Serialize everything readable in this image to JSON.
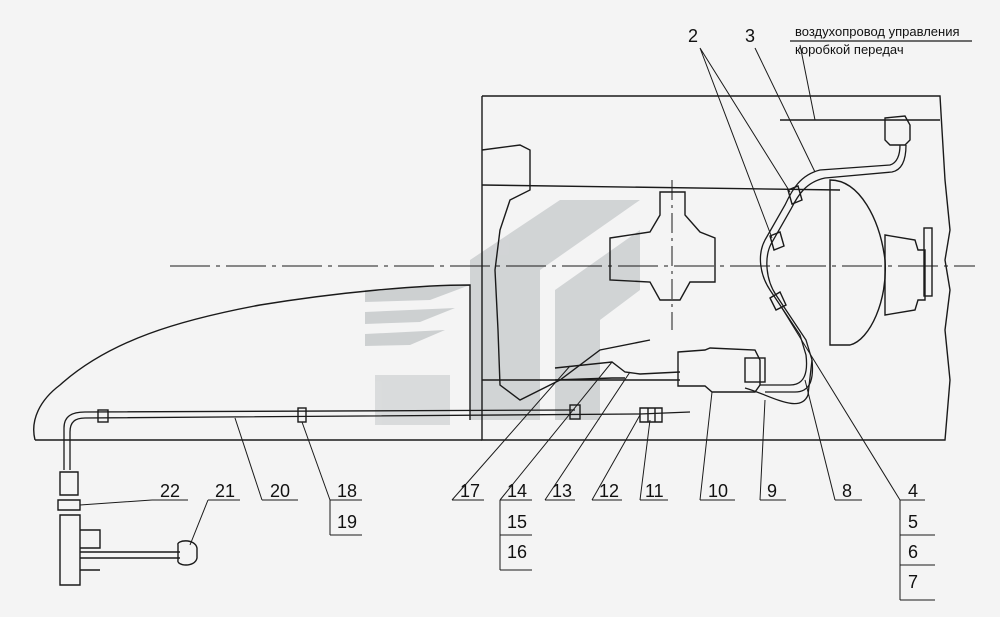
{
  "colors": {
    "line": "#1a1a1a",
    "watermark": "#b8bcbf",
    "background": "#f4f4f4"
  },
  "annotation": {
    "line1": "воздухопровод управления",
    "line2": "коробкой передач"
  },
  "callouts": [
    "2",
    "3",
    "4",
    "5",
    "6",
    "7",
    "8",
    "9",
    "10",
    "11",
    "12",
    "13",
    "14",
    "15",
    "16",
    "17",
    "18",
    "19",
    "20",
    "21",
    "22"
  ],
  "watermark_icon": "logo-watermark-icon"
}
